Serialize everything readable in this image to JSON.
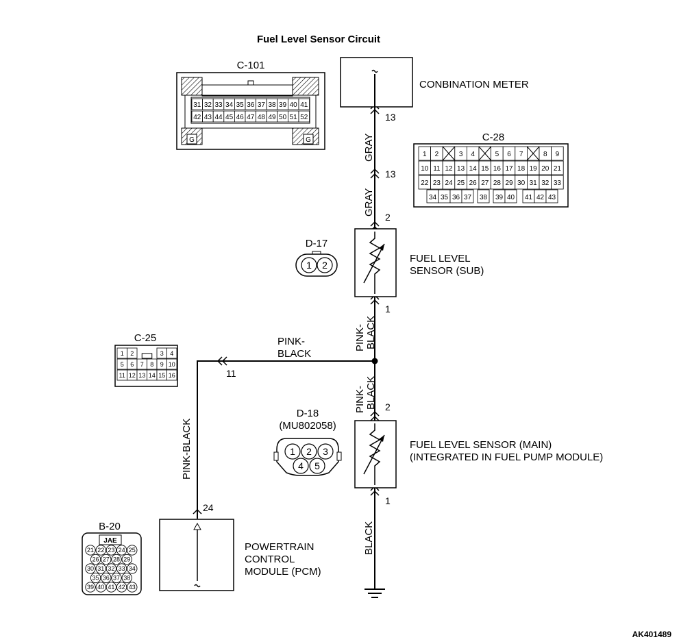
{
  "title": "Fuel Level Sensor Circuit",
  "figure_id": "AK401489",
  "combination_meter": {
    "label": "CONBINATION METER",
    "pin": "13"
  },
  "wires": {
    "gray_1": "GRAY",
    "gray_2": "GRAY",
    "pink_black_upper": [
      "PINK-",
      "BLACK"
    ],
    "pink_black_branch": [
      "PINK-",
      "BLACK"
    ],
    "pink_black_lower": [
      "PINK-",
      "BLACK"
    ],
    "pink_black_pcm": "PINK-BLACK",
    "black": "BLACK"
  },
  "pins": {
    "c28_13": "13",
    "sub_2": "2",
    "sub_1": "1",
    "c25_11": "11",
    "main_2": "2",
    "main_1": "1",
    "pcm_24": "24"
  },
  "fuel_sensor_sub": {
    "line1": "FUEL LEVEL",
    "line2": "SENSOR (SUB)"
  },
  "fuel_sensor_main": {
    "line1": "FUEL LEVEL SENSOR (MAIN)",
    "line2": "(INTEGRATED IN FUEL PUMP MODULE)"
  },
  "pcm": {
    "line1": "POWERTRAIN",
    "line2": "CONTROL",
    "line3": "MODULE (PCM)"
  },
  "connectors": {
    "c101": {
      "label": "C-101",
      "row1": [
        "31",
        "32",
        "33",
        "34",
        "35",
        "36",
        "37",
        "38",
        "39",
        "40",
        "41"
      ],
      "row2": [
        "42",
        "43",
        "44",
        "45",
        "46",
        "47",
        "48",
        "49",
        "50",
        "51",
        "52"
      ],
      "mark": "G"
    },
    "c28": {
      "label": "C-28",
      "row1": [
        "1",
        "2",
        "",
        "3",
        "4",
        "",
        "5",
        "6",
        "7",
        "",
        "8",
        "9"
      ],
      "row2": [
        "10",
        "11",
        "12",
        "13",
        "14",
        "15",
        "16",
        "17",
        "18",
        "19",
        "20",
        "21"
      ],
      "row3": [
        "22",
        "23",
        "24",
        "25",
        "26",
        "27",
        "28",
        "29",
        "30",
        "31",
        "32",
        "33"
      ],
      "row4": [
        "34",
        "35",
        "36",
        "37",
        "38",
        "39",
        "40",
        "41",
        "42",
        "43"
      ]
    },
    "d17": {
      "label": "D-17",
      "pins": [
        "1",
        "2"
      ]
    },
    "c25": {
      "label": "C-25",
      "row1": [
        "1",
        "2",
        "3",
        "4"
      ],
      "row2": [
        "5",
        "6",
        "7",
        "8",
        "9",
        "10"
      ],
      "row3": [
        "11",
        "12",
        "13",
        "14",
        "15",
        "16"
      ]
    },
    "d18": {
      "label": "D-18",
      "part": "(MU802058)",
      "pins": [
        "1",
        "2",
        "3",
        "4",
        "5"
      ]
    },
    "b20": {
      "label": "B-20",
      "tag": "JAE",
      "rows": [
        [
          "21",
          "22",
          "23",
          "24",
          "25"
        ],
        [
          "26",
          "27",
          "28",
          "29"
        ],
        [
          "30",
          "31",
          "32",
          "33",
          "34"
        ],
        [
          "35",
          "36",
          "37",
          "38"
        ],
        [
          "39",
          "40",
          "41",
          "42",
          "43"
        ]
      ]
    }
  }
}
